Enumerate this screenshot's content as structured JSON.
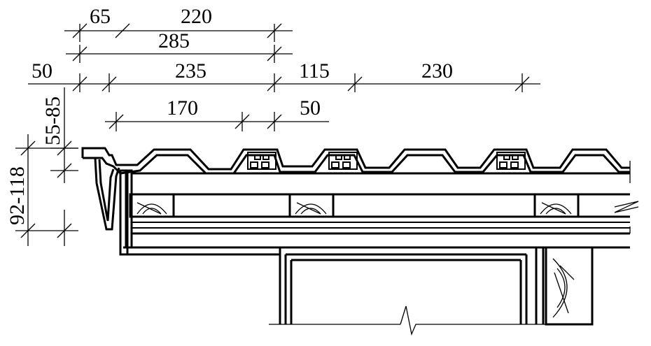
{
  "dimensions": {
    "top_row_1": [
      "65",
      "220"
    ],
    "top_row_2": "285",
    "top_row_3": [
      "50",
      "235",
      "115",
      "230"
    ],
    "top_row_4": [
      "170",
      "50"
    ],
    "vertical_inner": "55-85",
    "vertical_outer": "92-118"
  }
}
